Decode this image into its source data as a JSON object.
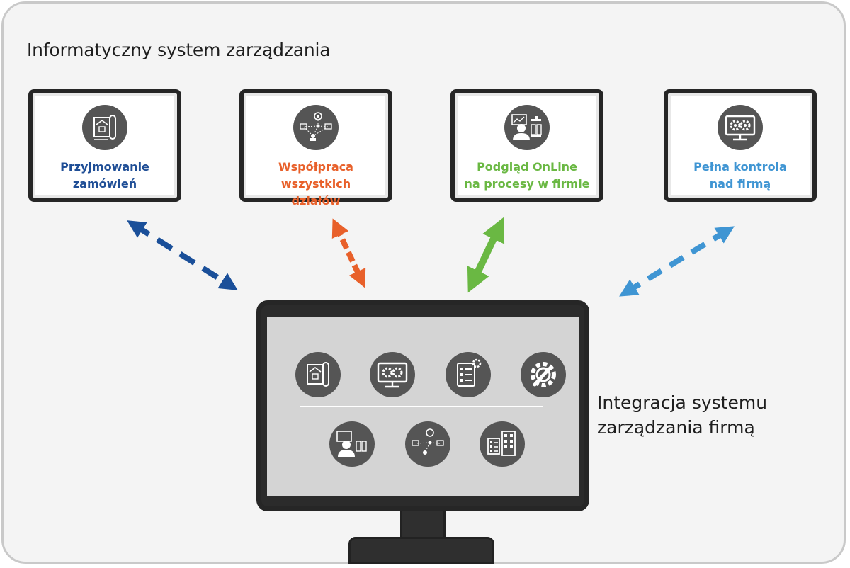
{
  "diagram": {
    "title": "Informatyczny system zarządzania",
    "side_label": {
      "line1": "Integracja systemu",
      "line2": "zarządzania firmą"
    },
    "cards": [
      {
        "line1": "Przyjmowanie",
        "line2": "zamówień",
        "color": "#1f4e96",
        "icon": "blueprint-icon"
      },
      {
        "line1": "Współpraca wszystkich",
        "line2": "działów",
        "color": "#e8602a",
        "icon": "network-icon"
      },
      {
        "line1": "Podgląd OnLine",
        "line2": "na procesy w firmie",
        "color": "#6ab843",
        "icon": "user-monitor-icon"
      },
      {
        "line1": "Pełna kontrola",
        "line2": "nad firmą",
        "color": "#3f95d3",
        "icon": "monitor-gears-icon"
      }
    ],
    "arrow_colors": [
      "#1a4f99",
      "#e8602a",
      "#6ab843",
      "#3f95d3"
    ],
    "screen_icons": [
      "blueprint-icon",
      "monitor-gears-icon",
      "checklist-gear-icon",
      "gear-wrench-icon",
      "user-monitor-icon",
      "network-icon",
      "checklist-building-icon"
    ]
  }
}
